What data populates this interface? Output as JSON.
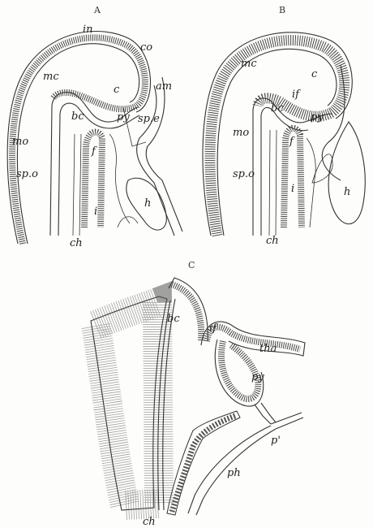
{
  "panels": {
    "a": {
      "title": "A",
      "labels": {
        "in": "in",
        "co": "co",
        "mc": "mc",
        "c": "c",
        "am": "am",
        "bc": "bc",
        "py": "py",
        "spe": "sp.e",
        "mo": "mo",
        "f": "f",
        "spo": "sp.o",
        "i": "i",
        "h": "h",
        "ch": "ch"
      }
    },
    "b": {
      "title": "B",
      "labels": {
        "mc": "mc",
        "c": "c",
        "if": "if",
        "bc": "bc",
        "py": "py",
        "mo": "mo",
        "f": "f",
        "spo": "sp.o",
        "i": "i",
        "h": "h",
        "ch": "ch"
      }
    },
    "c": {
      "title": "C",
      "labels": {
        "bc": "bc",
        "if": "if",
        "tha": "tha",
        "py": "py",
        "pprime": "p'",
        "ph": "ph",
        "ch": "ch"
      }
    }
  },
  "colors": {
    "ink": "#333333",
    "paper": "#fdfdfb"
  }
}
